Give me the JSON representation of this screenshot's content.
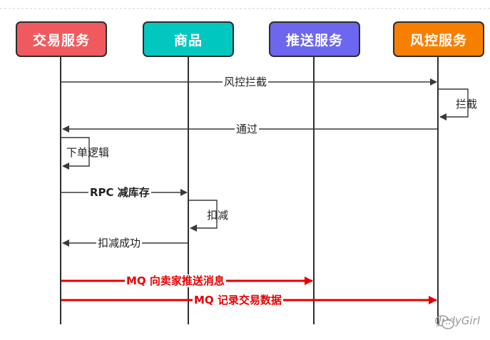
{
  "participants": [
    {
      "key": "trade",
      "label": "交易服务",
      "color": "#f05a5e"
    },
    {
      "key": "goods",
      "label": "商品",
      "color": "#00c8c0"
    },
    {
      "key": "push",
      "label": "推送服务",
      "color": "#6d66ee"
    },
    {
      "key": "risk",
      "label": "风控服务",
      "color": "#f77f00"
    }
  ],
  "messages": [
    {
      "key": "risk_intercept",
      "label": "风控拦截",
      "color": "#3a3a3a"
    },
    {
      "key": "intercept_self",
      "label": "拦截",
      "color": "#3a3a3a"
    },
    {
      "key": "pass",
      "label": "通过",
      "color": "#3a3a3a"
    },
    {
      "key": "order_logic",
      "label": "下单逻辑",
      "color": "#3a3a3a"
    },
    {
      "key": "rpc_reduce",
      "label": "RPC 减库存",
      "color": "#3a3a3a"
    },
    {
      "key": "deduct",
      "label": "扣减",
      "color": "#3a3a3a"
    },
    {
      "key": "deduct_success",
      "label": "扣减成功",
      "color": "#3a3a3a"
    },
    {
      "key": "mq_push",
      "label": "MQ 向卖家推送消息",
      "color": "#e60000"
    },
    {
      "key": "mq_record",
      "label": "MQ 记录交易数据",
      "color": "#e60000"
    }
  ],
  "watermark": {
    "text": "JudyGirl",
    "icon": "wechat-icon"
  }
}
